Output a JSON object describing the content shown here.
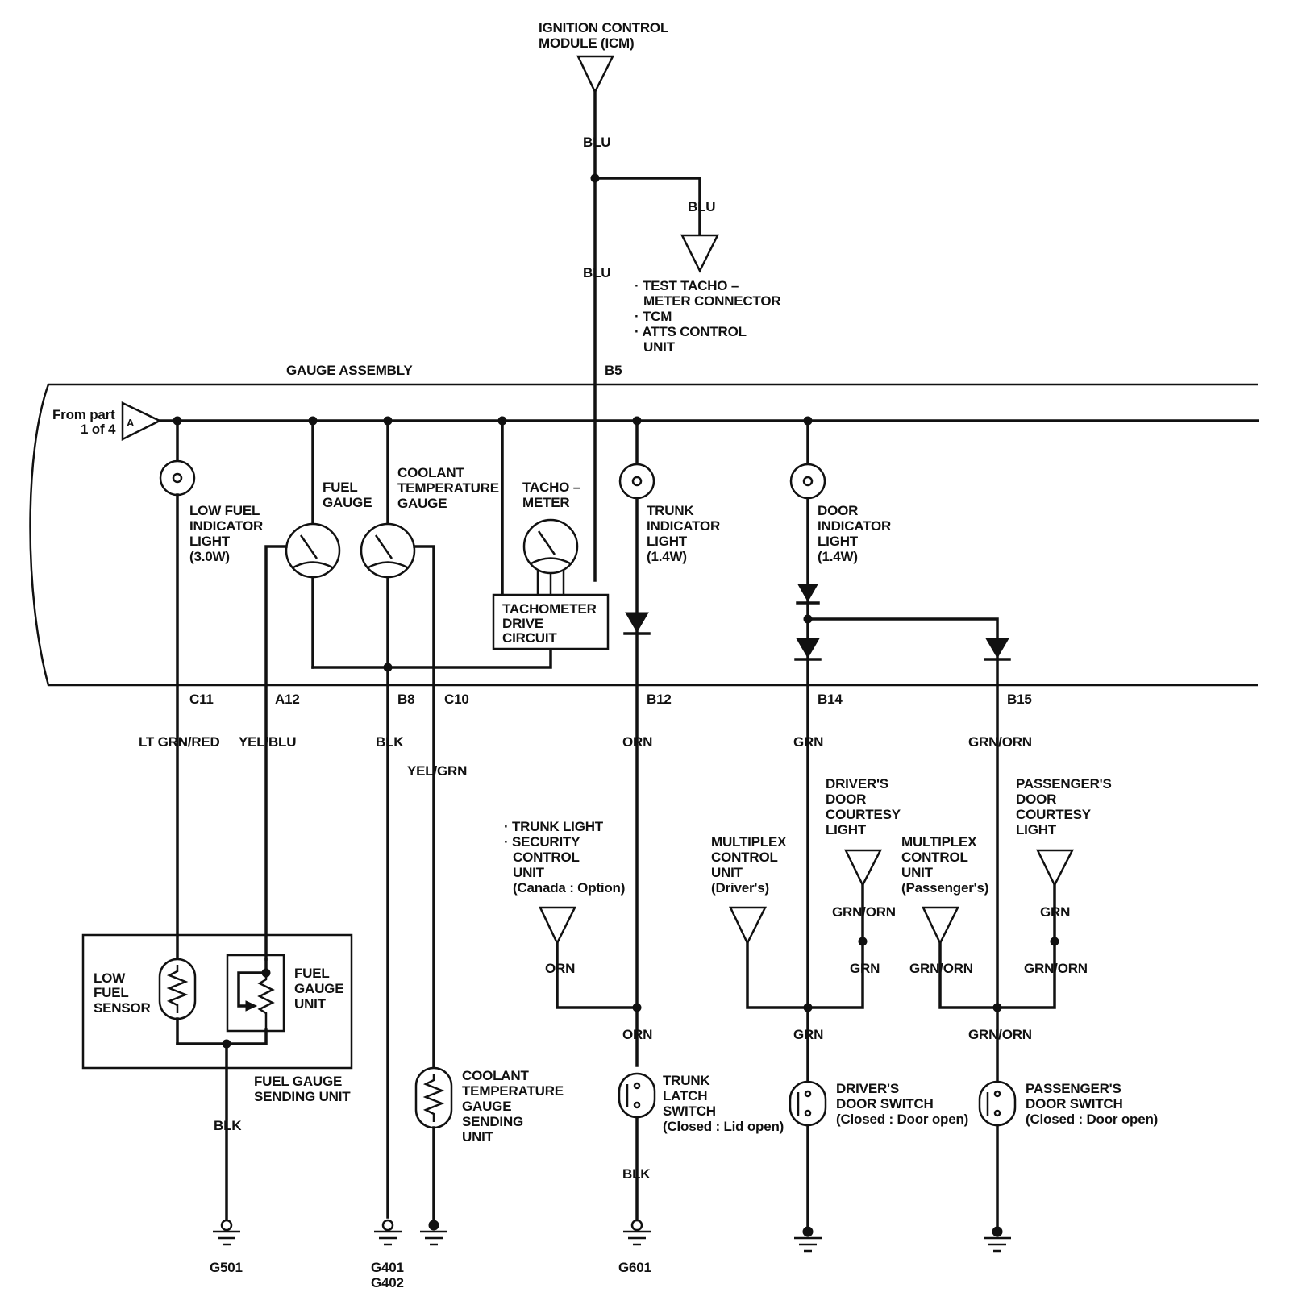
{
  "connectors": {
    "icm_l1": "IGNITION CONTROL",
    "icm_l2": "MODULE (ICM)",
    "tacho_out_l1": "· TEST TACHO –",
    "tacho_out_l2": "METER CONNECTOR",
    "tacho_out_l3": "· TCM",
    "tacho_out_l4": "· ATTS CONTROL",
    "tacho_out_l5": "UNIT",
    "from_part_l1": "From part",
    "from_part_l2": "1 of 4",
    "from_part_flag": "A",
    "trunk_src_l1": "· TRUNK LIGHT",
    "trunk_src_l2": "· SECURITY",
    "trunk_src_l3": "CONTROL",
    "trunk_src_l4": "UNIT",
    "trunk_src_l5": "(Canada : Option)",
    "mpx_drv_l1": "MULTIPLEX",
    "mpx_drv_l2": "CONTROL",
    "mpx_drv_l3": "UNIT",
    "mpx_drv_l4": "(Driver's)",
    "mpx_pass_l1": "MULTIPLEX",
    "mpx_pass_l2": "CONTROL",
    "mpx_pass_l3": "UNIT",
    "mpx_pass_l4": "(Passenger's)",
    "drv_courtesy_l1": "DRIVER'S",
    "drv_courtesy_l2": "DOOR",
    "drv_courtesy_l3": "COURTESY",
    "drv_courtesy_l4": "LIGHT",
    "pass_courtesy_l1": "PASSENGER'S",
    "pass_courtesy_l2": "DOOR",
    "pass_courtesy_l3": "COURTESY",
    "pass_courtesy_l4": "LIGHT"
  },
  "gauge_assembly": {
    "title": "GAUGE ASSEMBLY",
    "low_fuel_l1": "LOW FUEL",
    "low_fuel_l2": "INDICATOR",
    "low_fuel_l3": "LIGHT",
    "low_fuel_l4": "(3.0W)",
    "fuel_gauge_l1": "FUEL",
    "fuel_gauge_l2": "GAUGE",
    "coolant_gauge_l1": "COOLANT",
    "coolant_gauge_l2": "TEMPERATURE",
    "coolant_gauge_l3": "GAUGE",
    "tacho_l1": "TACHO –",
    "tacho_l2": "METER",
    "tacho_drive_l1": "TACHOMETER",
    "tacho_drive_l2": "DRIVE",
    "tacho_drive_l3": "CIRCUIT",
    "trunk_ind_l1": "TRUNK",
    "trunk_ind_l2": "INDICATOR",
    "trunk_ind_l3": "LIGHT",
    "trunk_ind_l4": "(1.4W)",
    "door_ind_l1": "DOOR",
    "door_ind_l2": "INDICATOR",
    "door_ind_l3": "LIGHT",
    "door_ind_l4": "(1.4W)"
  },
  "pins": {
    "b5": "B5",
    "c11": "C11",
    "a12": "A12",
    "b8": "B8",
    "c10": "C10",
    "b12": "B12",
    "b14": "B14",
    "b15": "B15"
  },
  "wires": {
    "icm_blu_1": "BLU",
    "icm_blu_2": "BLU",
    "tacho_branch_blu": "BLU",
    "c11": "LT GRN/RED",
    "a12": "YEL/BLU",
    "b8": "BLK",
    "c10": "YEL/GRN",
    "b12": "ORN",
    "b14": "GRN",
    "b15": "GRN/ORN",
    "trunk_src": "ORN",
    "trunk_latch_in": "ORN",
    "trunk_latch_gnd": "BLK",
    "drv_courtesy_1": "GRN/ORN",
    "drv_courtesy_2": "GRN",
    "drv_switch_in": "GRN",
    "pass_courtesy_1": "GRN",
    "pass_courtesy_2": "GRN/ORN",
    "pass_mpx": "GRN/ORN",
    "pass_switch_in": "GRN/ORN",
    "fuel_unit_gnd": "BLK"
  },
  "components": {
    "low_fuel_sensor_l1": "LOW",
    "low_fuel_sensor_l2": "FUEL",
    "low_fuel_sensor_l3": "SENSOR",
    "fuel_gauge_unit_l1": "FUEL",
    "fuel_gauge_unit_l2": "GAUGE",
    "fuel_gauge_unit_l3": "UNIT",
    "fuel_sending_l1": "FUEL GAUGE",
    "fuel_sending_l2": "SENDING UNIT",
    "coolant_sending_l1": "COOLANT",
    "coolant_sending_l2": "TEMPERATURE",
    "coolant_sending_l3": "GAUGE",
    "coolant_sending_l4": "SENDING",
    "coolant_sending_l5": "UNIT",
    "trunk_latch_l1": "TRUNK",
    "trunk_latch_l2": "LATCH",
    "trunk_latch_l3": "SWITCH",
    "trunk_latch_l4": "(Closed : Lid open)",
    "drv_door_sw_l1": "DRIVER'S",
    "drv_door_sw_l2": "DOOR SWITCH",
    "drv_door_sw_l3": "(Closed : Door open)",
    "pass_door_sw_l1": "PASSENGER'S",
    "pass_door_sw_l2": "DOOR SWITCH",
    "pass_door_sw_l3": "(Closed : Door open)"
  },
  "grounds": {
    "g501": "G501",
    "g401": "G401",
    "g402": "G402",
    "g601": "G601"
  }
}
